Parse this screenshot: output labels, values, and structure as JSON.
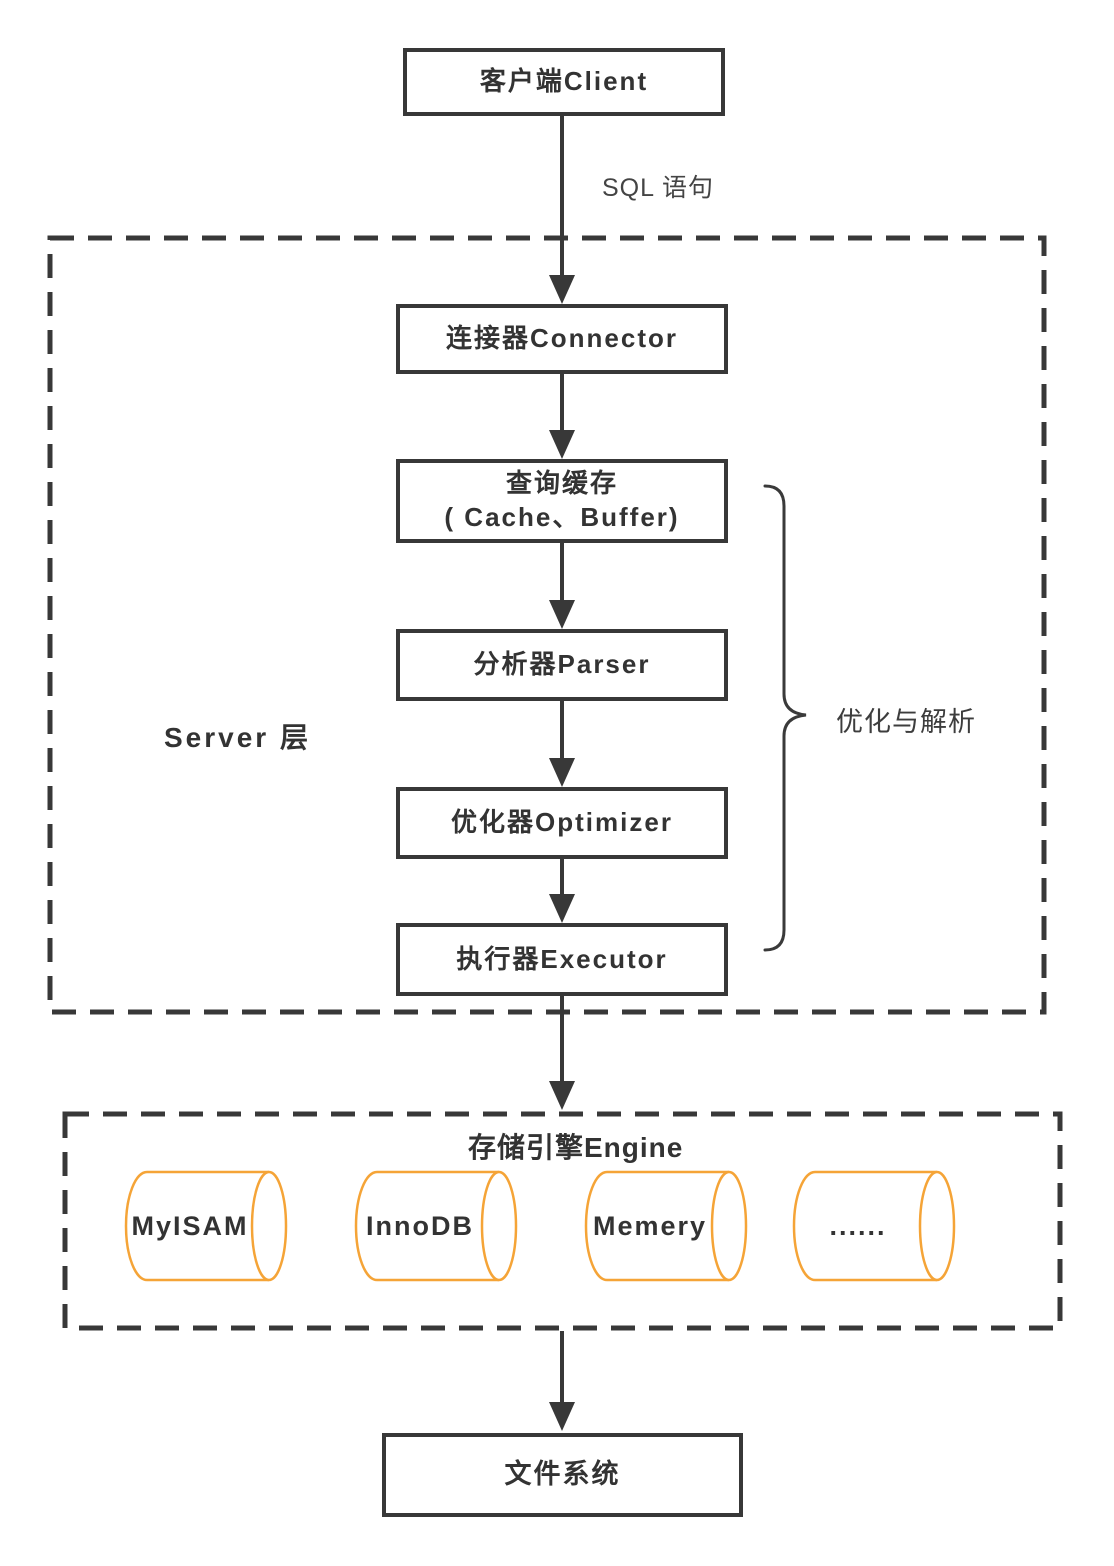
{
  "diagram": {
    "client": {
      "label": "客户端Client"
    },
    "flow": {
      "sql_label": "SQL 语句"
    },
    "server_layer": {
      "label": "Server 层",
      "connector": "连接器Connector",
      "cache_line1": "查询缓存",
      "cache_line2": "( Cache、Buffer)",
      "parser": "分析器Parser",
      "optimizer": "优化器Optimizer",
      "executor": "执行器Executor",
      "brace_label": "优化与解析"
    },
    "storage_engine": {
      "title": "存储引擎Engine",
      "engines": [
        "MyISAM",
        "InnoDB",
        "Memery",
        "......"
      ]
    },
    "file_system": {
      "label": "文件系统"
    },
    "colors": {
      "line": "#383838",
      "text": "#333333",
      "cylinder_stroke": "#F5A437"
    }
  }
}
